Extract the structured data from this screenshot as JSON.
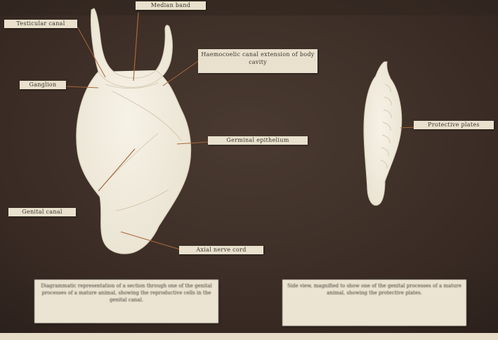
{
  "labels": {
    "testicular_canal": "Testicular canal",
    "ganglion": "Ganglion",
    "genital_canal": "Genital canal",
    "median_band": "Median band",
    "hemocoelic_canal": "Haemocoelic canal extension of body cavity",
    "germinal_epithelium": "Germinal epithelium",
    "axial_nerve_cord": "Axial nerve cord",
    "protective_plates": "Protective plates"
  },
  "captions": {
    "left": "Diagrammatic representation of a section through one of the genital processes of a mature animal, showing the reproductive cells in the genital canal.",
    "right": "Side view, magnified to show one of the genital processes of a mature animal, showing the protective plates."
  },
  "colors": {
    "background": "#3a2c25",
    "specimen": "#f1ecde",
    "label_card": "#e9e1cd",
    "line": "#a8673a"
  }
}
